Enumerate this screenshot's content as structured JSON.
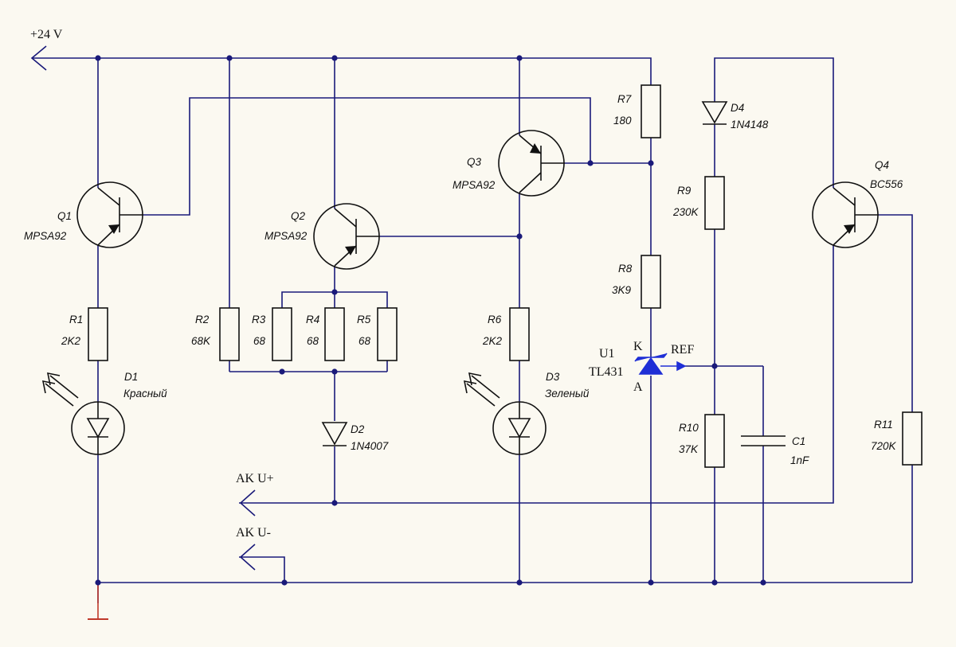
{
  "colors": {
    "wire": "#1a1a7a",
    "symbol": "#111111",
    "regulator": "#1f2fd6",
    "ground": "#c0392b",
    "background": "#fbf9f1"
  },
  "ports": {
    "supply": "+24 V",
    "ak_plus": "AK U+",
    "ak_minus": "AK U-"
  },
  "transistors": [
    {
      "ref": "Q1",
      "part": "MPSA92"
    },
    {
      "ref": "Q2",
      "part": "MPSA92"
    },
    {
      "ref": "Q3",
      "part": "MPSA92"
    },
    {
      "ref": "Q4",
      "part": "BC556"
    }
  ],
  "resistors": [
    {
      "ref": "R1",
      "value": "2K2"
    },
    {
      "ref": "R2",
      "value": "68K"
    },
    {
      "ref": "R3",
      "value": "68"
    },
    {
      "ref": "R4",
      "value": "68"
    },
    {
      "ref": "R5",
      "value": "68"
    },
    {
      "ref": "R6",
      "value": "2K2"
    },
    {
      "ref": "R7",
      "value": "180"
    },
    {
      "ref": "R8",
      "value": "3K9"
    },
    {
      "ref": "R9",
      "value": "230K"
    },
    {
      "ref": "R10",
      "value": "37K"
    },
    {
      "ref": "R11",
      "value": "720K"
    }
  ],
  "diodes": [
    {
      "ref": "D1",
      "part": "Красный"
    },
    {
      "ref": "D2",
      "part": "1N4007"
    },
    {
      "ref": "D3",
      "part": "Зеленый"
    },
    {
      "ref": "D4",
      "part": "1N4148"
    }
  ],
  "capacitor": {
    "ref": "C1",
    "value": "1nF"
  },
  "regulator": {
    "ref": "U1",
    "part": "TL431",
    "pin_k": "K",
    "pin_a": "A",
    "pin_ref": "REF"
  }
}
